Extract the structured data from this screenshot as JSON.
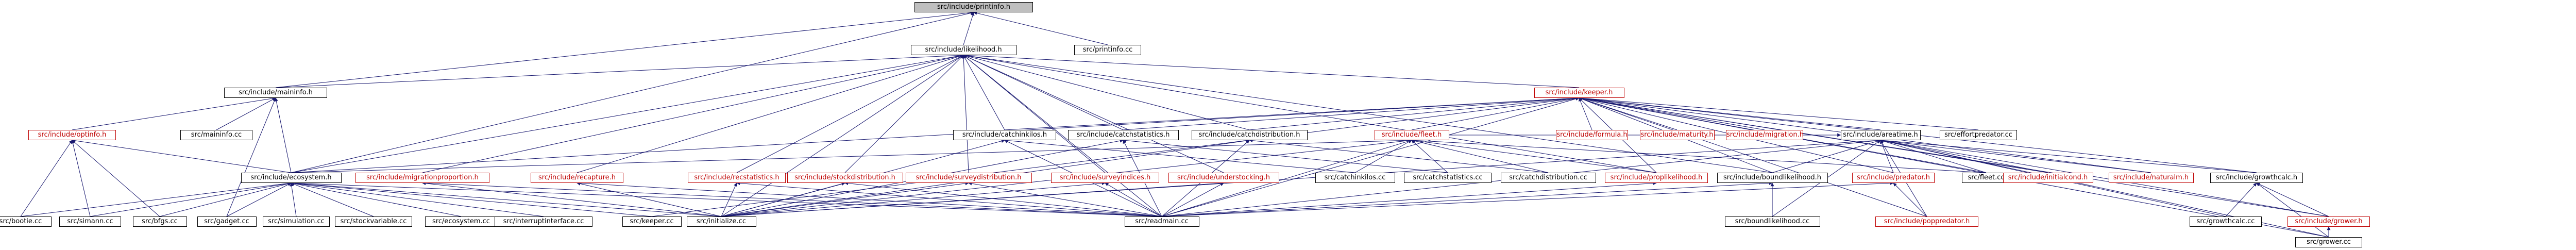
{
  "diagram": {
    "type": "include-dependency-graph",
    "colors": {
      "normal": "#000000",
      "red": "#bf0000",
      "root_fill": "#bfbfbf",
      "edge": "#191970"
    },
    "nodes": [
      {
        "id": "printinfo_h",
        "label": "src/include/printinfo.h",
        "style": "root"
      },
      {
        "id": "likelihood_h",
        "label": "src/include/likelihood.h",
        "style": "black"
      },
      {
        "id": "printinfo_cc",
        "label": "src/printinfo.cc",
        "style": "black"
      },
      {
        "id": "mainfo_h",
        "label": "src/include/maininfo.h",
        "style": "black"
      },
      {
        "id": "keeper_h",
        "label": "src/include/keeper.h",
        "style": "red"
      },
      {
        "id": "optinfo_h",
        "label": "src/include/optinfo.h",
        "style": "red"
      },
      {
        "id": "maininfo_cc",
        "label": "src/maininfo.cc",
        "style": "black"
      },
      {
        "id": "catchinkilos_h",
        "label": "src/include/catchinkilos.h",
        "style": "black"
      },
      {
        "id": "catchstatistics_h",
        "label": "src/include/catchstatistics.h",
        "style": "black"
      },
      {
        "id": "catchdistribution_h",
        "label": "src/include/catchdistribution.h",
        "style": "black"
      },
      {
        "id": "fleet_h",
        "label": "src/include/fleet.h",
        "style": "red"
      },
      {
        "id": "formula_h",
        "label": "src/include/formula.h",
        "style": "red"
      },
      {
        "id": "maturity_h",
        "label": "src/include/maturity.h",
        "style": "red"
      },
      {
        "id": "migration_h",
        "label": "src/include/migration.h",
        "style": "red"
      },
      {
        "id": "areatime_h",
        "label": "src/include/areatime.h",
        "style": "black"
      },
      {
        "id": "effortpredator_cc",
        "label": "src/effortpredator.cc",
        "style": "black"
      },
      {
        "id": "ecosystem_h",
        "label": "src/include/ecosystem.h",
        "style": "black"
      },
      {
        "id": "migrationproportion_h",
        "label": "src/include/migrationproportion.h",
        "style": "red"
      },
      {
        "id": "recapture_h",
        "label": "src/include/recapture.h",
        "style": "red"
      },
      {
        "id": "recstatistics_h",
        "label": "src/include/recstatistics.h",
        "style": "red"
      },
      {
        "id": "stockdistribution_h",
        "label": "src/include/stockdistribution.h",
        "style": "red"
      },
      {
        "id": "surveydistribution_h",
        "label": "src/include/surveydistribution.h",
        "style": "red"
      },
      {
        "id": "surveyindices_h",
        "label": "src/include/surveyindices.h",
        "style": "red"
      },
      {
        "id": "understocking_h",
        "label": "src/include/understocking.h",
        "style": "red"
      },
      {
        "id": "catchinkilos_cc",
        "label": "src/catchinkilos.cc",
        "style": "black"
      },
      {
        "id": "catchstatistics_cc",
        "label": "src/catchstatistics.cc",
        "style": "black"
      },
      {
        "id": "catchdistribution_cc",
        "label": "src/catchdistribution.cc",
        "style": "black"
      },
      {
        "id": "propLikelihood_h",
        "label": "src/include/proplikelihood.h",
        "style": "red"
      },
      {
        "id": "boundlikelihood_h",
        "label": "src/include/boundlikelihood.h",
        "style": "black"
      },
      {
        "id": "predator_h",
        "label": "src/include/predator.h",
        "style": "red"
      },
      {
        "id": "fleet_cc",
        "label": "src/fleet.cc",
        "style": "black"
      },
      {
        "id": "initialcond_h",
        "label": "src/include/initialcond.h",
        "style": "red"
      },
      {
        "id": "naturalm_h",
        "label": "src/include/naturalm.h",
        "style": "red"
      },
      {
        "id": "growthcalc_h",
        "label": "src/include/growthcalc.h",
        "style": "black"
      },
      {
        "id": "bootie_cc",
        "label": "src/bootie.cc",
        "style": "black"
      },
      {
        "id": "simann_cc",
        "label": "src/simann.cc",
        "style": "black"
      },
      {
        "id": "bfgs_cc",
        "label": "src/bfgs.cc",
        "style": "black"
      },
      {
        "id": "gadget_cc",
        "label": "src/gadget.cc",
        "style": "black"
      },
      {
        "id": "simulation_cc",
        "label": "src/simulation.cc",
        "style": "black"
      },
      {
        "id": "stockvariable_cc",
        "label": "src/stockvariable.cc",
        "style": "black"
      },
      {
        "id": "ecosystem_cc",
        "label": "src/ecosystem.cc",
        "style": "black"
      },
      {
        "id": "interruptinterface_cc",
        "label": "src/interruptinterface.cc",
        "style": "black"
      },
      {
        "id": "keeper_cc",
        "label": "src/keeper.cc",
        "style": "black"
      },
      {
        "id": "initialize_cc",
        "label": "src/initialize.cc",
        "style": "black"
      },
      {
        "id": "readmain_cc",
        "label": "src/readmain.cc",
        "style": "black"
      },
      {
        "id": "boundlikelihood_cc",
        "label": "src/boundlikelihood.cc",
        "style": "black"
      },
      {
        "id": "poppredator_h",
        "label": "src/include/poppredator.h",
        "style": "red"
      },
      {
        "id": "growthcalc_cc",
        "label": "src/growthcalc.cc",
        "style": "black"
      },
      {
        "id": "grower_h",
        "label": "src/include/grower.h",
        "style": "red"
      },
      {
        "id": "grower_cc",
        "label": "src/grower.cc",
        "style": "black"
      }
    ],
    "edges": [
      [
        "printinfo_h",
        "likelihood_h"
      ],
      [
        "printinfo_h",
        "printinfo_cc"
      ],
      [
        "printinfo_h",
        "mainfo_h"
      ],
      [
        "printinfo_h",
        "ecosystem_h"
      ],
      [
        "likelihood_h",
        "mainfo_h"
      ],
      [
        "likelihood_h",
        "keeper_h"
      ],
      [
        "likelihood_h",
        "catchinkilos_h"
      ],
      [
        "likelihood_h",
        "catchstatistics_h"
      ],
      [
        "likelihood_h",
        "catchdistribution_h"
      ],
      [
        "likelihood_h",
        "ecosystem_h"
      ],
      [
        "likelihood_h",
        "migrationproportion_h"
      ],
      [
        "likelihood_h",
        "recapture_h"
      ],
      [
        "likelihood_h",
        "recstatistics_h"
      ],
      [
        "likelihood_h",
        "stockdistribution_h"
      ],
      [
        "likelihood_h",
        "surveydistribution_h"
      ],
      [
        "likelihood_h",
        "surveyindices_h"
      ],
      [
        "likelihood_h",
        "understocking_h"
      ],
      [
        "likelihood_h",
        "propLikelihood_h"
      ],
      [
        "likelihood_h",
        "boundlikelihood_h"
      ],
      [
        "likelihood_h",
        "readmain_cc"
      ],
      [
        "likelihood_h",
        "initialize_cc"
      ],
      [
        "mainfo_h",
        "optinfo_h"
      ],
      [
        "mainfo_h",
        "maininfo_cc"
      ],
      [
        "mainfo_h",
        "ecosystem_h"
      ],
      [
        "mainfo_h",
        "gadget_cc"
      ],
      [
        "optinfo_h",
        "ecosystem_h"
      ],
      [
        "optinfo_h",
        "bootie_cc"
      ],
      [
        "optinfo_h",
        "simann_cc"
      ],
      [
        "optinfo_h",
        "bfgs_cc"
      ],
      [
        "keeper_h",
        "fleet_h"
      ],
      [
        "keeper_h",
        "formula_h"
      ],
      [
        "keeper_h",
        "maturity_h"
      ],
      [
        "keeper_h",
        "migration_h"
      ],
      [
        "keeper_h",
        "areatime_h"
      ],
      [
        "keeper_h",
        "effortpredator_cc"
      ],
      [
        "keeper_h",
        "catchinkilos_h"
      ],
      [
        "keeper_h",
        "catchstatistics_h"
      ],
      [
        "keeper_h",
        "catchdistribution_h"
      ],
      [
        "keeper_h",
        "ecosystem_h"
      ],
      [
        "keeper_h",
        "predator_h"
      ],
      [
        "keeper_h",
        "fleet_cc"
      ],
      [
        "keeper_h",
        "initialcond_h"
      ],
      [
        "keeper_h",
        "naturalm_h"
      ],
      [
        "keeper_h",
        "growthcalc_h"
      ],
      [
        "keeper_h",
        "grower_h"
      ],
      [
        "keeper_h",
        "keeper_cc"
      ],
      [
        "keeper_h",
        "boundlikelihood_h"
      ],
      [
        "keeper_h",
        "propLikelihood_h"
      ],
      [
        "keeper_h",
        "poppredator_h"
      ],
      [
        "keeper_h",
        "grower_cc"
      ],
      [
        "keeper_h",
        "readmain_cc"
      ],
      [
        "catchinkilos_h",
        "catchinkilos_cc"
      ],
      [
        "catchinkilos_h",
        "initialize_cc"
      ],
      [
        "catchinkilos_h",
        "readmain_cc"
      ],
      [
        "catchstatistics_h",
        "catchstatistics_cc"
      ],
      [
        "catchstatistics_h",
        "initialize_cc"
      ],
      [
        "catchstatistics_h",
        "readmain_cc"
      ],
      [
        "catchdistribution_h",
        "catchdistribution_cc"
      ],
      [
        "catchdistribution_h",
        "initialize_cc"
      ],
      [
        "catchdistribution_h",
        "readmain_cc"
      ],
      [
        "fleet_h",
        "catchinkilos_cc"
      ],
      [
        "fleet_h",
        "catchstatistics_cc"
      ],
      [
        "fleet_h",
        "catchdistribution_cc"
      ],
      [
        "fleet_h",
        "propLikelihood_h"
      ],
      [
        "fleet_h",
        "ecosystem_h"
      ],
      [
        "fleet_h",
        "fleet_cc"
      ],
      [
        "fleet_h",
        "initialize_cc"
      ],
      [
        "fleet_h",
        "readmain_cc"
      ],
      [
        "areatime_h",
        "fleet_h"
      ],
      [
        "areatime_h",
        "predator_h"
      ],
      [
        "areatime_h",
        "boundlikelihood_h"
      ],
      [
        "areatime_h",
        "fleet_cc"
      ],
      [
        "areatime_h",
        "initialcond_h"
      ],
      [
        "areatime_h",
        "naturalm_h"
      ],
      [
        "areatime_h",
        "growthcalc_h"
      ],
      [
        "areatime_h",
        "grower_h"
      ],
      [
        "areatime_h",
        "readmain_cc"
      ],
      [
        "areatime_h",
        "initialize_cc"
      ],
      [
        "areatime_h",
        "boundlikelihood_cc"
      ],
      [
        "areatime_h",
        "growthcalc_cc"
      ],
      [
        "areatime_h",
        "grower_cc"
      ],
      [
        "areatime_h",
        "poppredator_h"
      ],
      [
        "ecosystem_h",
        "bootie_cc"
      ],
      [
        "ecosystem_h",
        "simann_cc"
      ],
      [
        "ecosystem_h",
        "bfgs_cc"
      ],
      [
        "ecosystem_h",
        "gadget_cc"
      ],
      [
        "ecosystem_h",
        "simulation_cc"
      ],
      [
        "ecosystem_h",
        "stockvariable_cc"
      ],
      [
        "ecosystem_h",
        "ecosystem_cc"
      ],
      [
        "ecosystem_h",
        "interruptinterface_cc"
      ],
      [
        "ecosystem_h",
        "keeper_cc"
      ],
      [
        "ecosystem_h",
        "initialize_cc"
      ],
      [
        "ecosystem_h",
        "readmain_cc"
      ],
      [
        "migrationproportion_h",
        "initialize_cc"
      ],
      [
        "migrationproportion_h",
        "readmain_cc"
      ],
      [
        "recapture_h",
        "initialize_cc"
      ],
      [
        "recapture_h",
        "readmain_cc"
      ],
      [
        "recstatistics_h",
        "initialize_cc"
      ],
      [
        "recstatistics_h",
        "readmain_cc"
      ],
      [
        "stockdistribution_h",
        "initialize_cc"
      ],
      [
        "stockdistribution_h",
        "readmain_cc"
      ],
      [
        "surveydistribution_h",
        "initialize_cc"
      ],
      [
        "surveydistribution_h",
        "readmain_cc"
      ],
      [
        "surveyindices_h",
        "initialize_cc"
      ],
      [
        "surveyindices_h",
        "readmain_cc"
      ],
      [
        "understocking_h",
        "initialize_cc"
      ],
      [
        "understocking_h",
        "readmain_cc"
      ],
      [
        "propLikelihood_h",
        "readmain_cc"
      ],
      [
        "boundlikelihood_h",
        "boundlikelihood_cc"
      ],
      [
        "boundlikelihood_h",
        "readmain_cc"
      ],
      [
        "predator_h",
        "poppredator_h"
      ],
      [
        "predator_h",
        "readmain_cc"
      ],
      [
        "growthcalc_h",
        "growthcalc_cc"
      ],
      [
        "growthcalc_h",
        "grower_h"
      ],
      [
        "growthcalc_h",
        "grower_cc"
      ],
      [
        "grower_h",
        "grower_cc"
      ]
    ]
  }
}
